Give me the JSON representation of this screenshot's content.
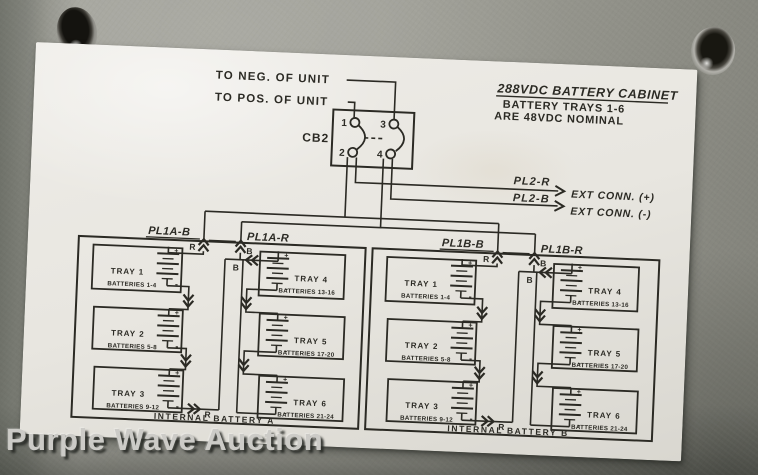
{
  "photo": {
    "watermark": "Purple Wave Auction"
  },
  "diagram": {
    "unit_connections": {
      "neg": "TO NEG. OF UNIT",
      "pos": "TO POS. OF UNIT"
    },
    "breaker": {
      "label": "CB2",
      "terminals": [
        "1",
        "3",
        "2",
        "4"
      ]
    },
    "cabinet_note": {
      "title": "288VDC BATTERY CABINET",
      "line2": "BATTERY TRAYS 1-6",
      "line3": "ARE 48VDC NOMINAL"
    },
    "external_connections": [
      {
        "plug": "PL2-R",
        "label": "EXT CONN. (+)"
      },
      {
        "plug": "PL2-B",
        "label": "EXT CONN. (-)"
      }
    ],
    "plug_points": [
      {
        "plug": "PL1A-B",
        "wire": "R"
      },
      {
        "plug": "PL1A-R",
        "wire": "B"
      },
      {
        "plug": "PL1B-B",
        "wire": "R"
      },
      {
        "plug": "PL1B-R",
        "wire": "B"
      }
    ],
    "wire_tags": {
      "r": "R",
      "b": "B"
    },
    "battery_symbol": {
      "plus": "+",
      "minus": "-"
    },
    "banks": [
      {
        "name": "INTERNAL BATTERY A",
        "trays": [
          {
            "name": "TRAY 1",
            "batteries": "BATTERIES 1-4"
          },
          {
            "name": "TRAY 2",
            "batteries": "BATTERIES 5-8"
          },
          {
            "name": "TRAY 3",
            "batteries": "BATTERIES 9-12"
          },
          {
            "name": "TRAY 4",
            "batteries": "BATTERIES 13-16"
          },
          {
            "name": "TRAY 5",
            "batteries": "BATTERIES 17-20"
          },
          {
            "name": "TRAY 6",
            "batteries": "BATTERIES 21-24"
          }
        ]
      },
      {
        "name": "INTERNAL BATTERY B",
        "trays": [
          {
            "name": "TRAY 1",
            "batteries": "BATTERIES 1-4"
          },
          {
            "name": "TRAY 2",
            "batteries": "BATTERIES 5-8"
          },
          {
            "name": "TRAY 3",
            "batteries": "BATTERIES 9-12"
          },
          {
            "name": "TRAY 4",
            "batteries": "BATTERIES 13-16"
          },
          {
            "name": "TRAY 5",
            "batteries": "BATTERIES 17-20"
          },
          {
            "name": "TRAY 6",
            "batteries": "BATTERIES 21-24"
          }
        ]
      }
    ]
  },
  "colors": {
    "ink": "#2b2a24",
    "label_paper": "#e9e7e1",
    "metal": "#98988f",
    "watermark": "#cccbc7"
  }
}
